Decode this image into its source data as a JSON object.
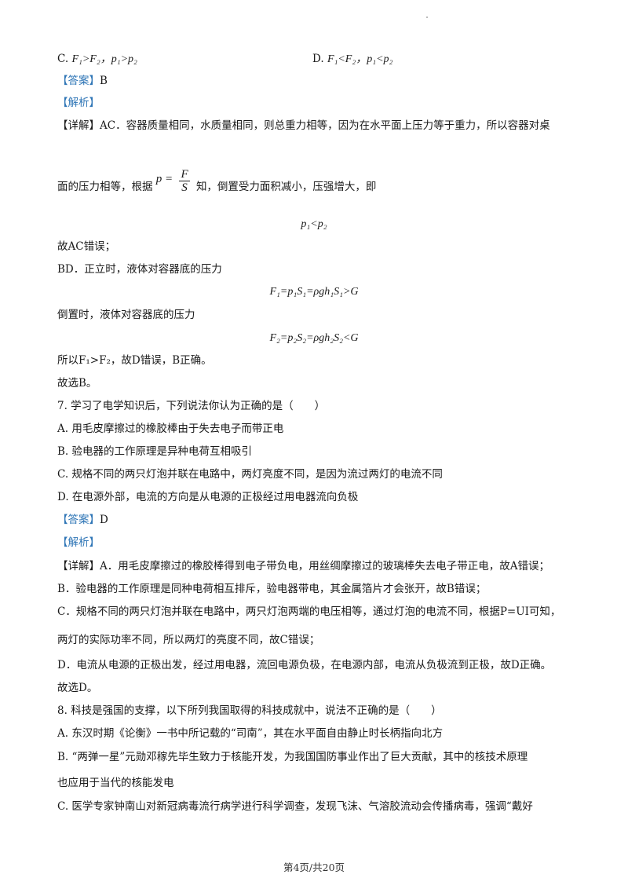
{
  "page": {
    "footer": "第4页/共20页"
  },
  "q6": {
    "option_c": {
      "letter": "C.",
      "formula": "F₁>F₂，p₁>p₂"
    },
    "option_d": {
      "letter": "D.",
      "formula": "F₁<F₂，p₁<p₂"
    },
    "answer_label": "【答案】",
    "answer_value": "B",
    "analysis_label": "【解析】",
    "detail_label": "【详解】",
    "detail_line1": "AC．容器质量相同，水质量相同，则总重力相等，因为在水平面上压力等于重力，所以容器对桌",
    "detail_line2_pre": "面的压力相等，根据",
    "formula_p": "p =",
    "formula_num": "F",
    "formula_den": "S",
    "detail_line2_post": "知，倒置受力面积减小，压强增大，即",
    "eq1": "p₁<p₂",
    "line_ac_wrong": "故AC错误；",
    "line_bd": "BD．正立时，液体对容器底的压力",
    "eq2": "F₁=p₁S₁=ρgh₁S₁>G",
    "line_inverted": "倒置时，液体对容器底的压力",
    "eq3": "F₂=p₂S₂=ρgh₂S₂<G",
    "conclusion": "所以F₁>F₂，故D错误，B正确。",
    "choose": "故选B。"
  },
  "q7": {
    "stem": "7. 学习了电学知识后，下列说法你认为正确的是（　　）",
    "options": [
      "A. 用毛皮摩擦过的橡胶棒由于失去电子而带正电",
      "B. 验电器的工作原理是异种电荷互相吸引",
      "C. 规格不同的两只灯泡并联在电路中，两灯亮度不同，是因为流过两灯的电流不同",
      "D. 在电源外部，电流的方向是从电源的正极经过用电器流向负极"
    ],
    "answer_label": "【答案】",
    "answer_value": "D",
    "analysis_label": "【解析】",
    "detail_label": "【详解】",
    "detail_a": "A．用毛皮摩擦过的橡胶棒得到电子带负电，用丝绸摩擦过的玻璃棒失去电子带正电，故A错误；",
    "detail_b": "B．验电器的工作原理是同种电荷相互排斥，验电器带电，其金属箔片才会张开，故B错误；",
    "detail_c1": "C．规格不同的两只灯泡并联在电路中，两只灯泡两端的电压相等，通过灯泡的电流不同，根据P=UI可知，",
    "detail_c2": "两灯的实际功率不同，所以两灯的亮度不同，故C错误；",
    "detail_d": "D．电流从电源的正极出发，经过用电器，流回电源负极，在电源内部，电流从负极流到正极，故D正确。",
    "choose": "故选D。"
  },
  "q8": {
    "stem": "8. 科技是强国的支撑，以下所列我国取得的科技成就中，说法不正确的是（　　）",
    "option_a": "A. 东汉时期《论衡》一书中所记载的“司南”，其在水平面自由静止时长柄指向北方",
    "option_b1": "B. “两弹一星”元勋邓稼先毕生致力于核能开发，为我国国防事业作出了巨大贡献，其中的核技术原理",
    "option_b2": "也应用于当代的核能发电",
    "option_c1": "C. 医学专家钟南山对新冠病毒流行病学进行科学调查，发现飞沫、气溶胶流动会传播病毒，强调“戴好"
  }
}
